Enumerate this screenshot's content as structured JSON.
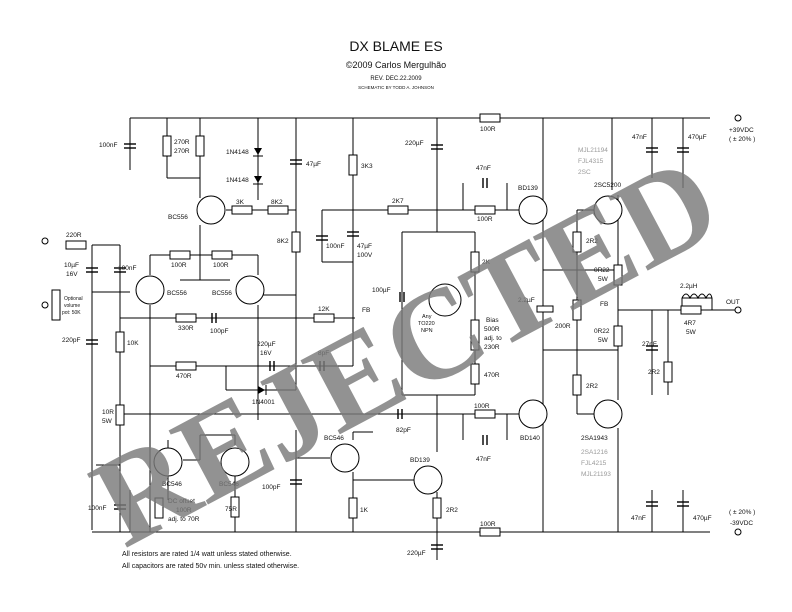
{
  "title": "DX BLAME ES",
  "copyright": "©2009 Carlos Mergulhão",
  "revision": "REV. DEC.22.2009",
  "schematic_by": "SCHEMATIC BY TODD A. JOHNSON",
  "stamp": "REJECTED",
  "notes": [
    "All resistors are rated 1/4 watt unless stated otherwise.",
    "All capacitors are rated 50v min. unless stated otherwise."
  ],
  "rails": {
    "positive": "+39VDC",
    "positive_tol": "( ± 20% )",
    "negative": "-39VDC",
    "negative_tol": "( ± 20% )"
  },
  "io": {
    "out": "OUT",
    "fb": "FB"
  },
  "labels": {
    "c_100nF_top": "100nF",
    "r_270R_a": "270R",
    "r_270R_b": "270R",
    "d_1n4148_a": "1N4148",
    "d_1n4148_b": "1N4148",
    "c_47uF_mid": "47µF",
    "r_3K3": "3K3",
    "c_220uF_top": "220µF",
    "r_100R_top": "100R",
    "c_47nF_tr": "47nF",
    "c_470uF_tr": "470µF",
    "q_bc556_top": "BC556",
    "r_3K": "3K",
    "r_8K2_a": "8K2",
    "r_8K2_b": "8K2",
    "r_2K7": "2K7",
    "c_47nF_bd": "47nF",
    "q_bd139_top": "BD139",
    "r_100R_bd": "100R",
    "q_2sc5200": "2SC5200",
    "mjl21194": "MJL21194",
    "fjl4315": "FJL4315",
    "sc_2sc": "2SC",
    "c_100nF_mid": "100nF",
    "c_47uF_100V_a": "47µF",
    "c_47uF_100V_b": "100V",
    "r_2K": "2K",
    "r_2R2_a": "2R2",
    "r_0R22_top_a": "0R22",
    "r_0R22_top_b": "5W",
    "r_220R": "220R",
    "c_10uF_a": "10µF",
    "c_10uF_b": "16V",
    "c_100nF_in": "100nF",
    "r_100R_a": "100R",
    "r_100R_b": "100R",
    "q_bc556_l": "BC556",
    "q_bc556_r": "BC556",
    "pot_a": "Optional",
    "pot_b": "volume",
    "pot_c": "pot: 50K",
    "c_100uF": "100µF",
    "tr_any": "Any",
    "tr_to220": "TO220",
    "tr_npn": "NPN",
    "bias_a": "Bias",
    "bias_b": "500R",
    "bias_c": "adj. to",
    "bias_d": "230R",
    "c_2_2uF": "2.2µF",
    "r_200R": "200R",
    "l_2_2uH": "2.2µH",
    "r_4R7_a": "4R7",
    "r_4R7_b": "5W",
    "r_330R": "330R",
    "c_100pF_a": "100pF",
    "r_12K": "12K",
    "fb_mid": "FB",
    "c_220pF": "220pF",
    "r_10K": "10K",
    "c_220uF_16V_a": "220µF",
    "c_220uF_16V_b": "16V",
    "c_8pF": "8pF",
    "r_0R22_bot_a": "0R22",
    "r_0R22_bot_b": "5W",
    "c_27nF": "27nF",
    "r_2R2_zo": "2R2",
    "r_470R_a": "470R",
    "r_470R_b": "470R",
    "d_1n4001": "1N4001",
    "r_2R2_b": "2R2",
    "r_10R_a": "10R",
    "r_10R_b": "5W",
    "c_82pF": "82pF",
    "r_100R_c": "100R",
    "c_47nF_c": "47nF",
    "q_bd140": "BD140",
    "q_2sa1943": "2SA1943",
    "sa1216": "2SA1216",
    "fjl4215": "FJL4215",
    "mjl21193": "MJL21193",
    "q_bc546_top": "BC546",
    "q_bd139_bot": "BD139",
    "q_bc546_l": "BC546",
    "q_bc546_r": "BC546",
    "dc_a": "DC offset",
    "dc_b": "100R",
    "dc_c": "adj. to 70R",
    "r_75R": "75R",
    "c_100pF_b": "100pF",
    "r_1K": "1K",
    "r_2R2_c": "2R2",
    "c_100nF_bl": "100nF",
    "c_47nF_br": "47nF",
    "c_470uF_br": "470µF",
    "r_100R_bot": "100R",
    "c_220uF_bot": "220µF"
  }
}
